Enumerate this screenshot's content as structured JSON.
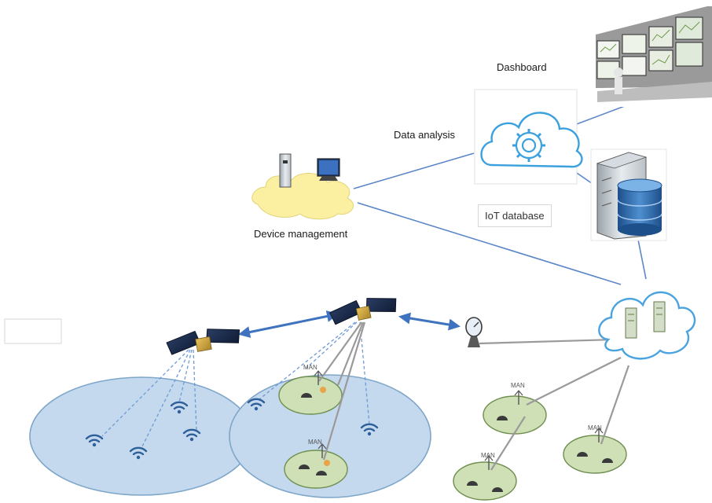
{
  "labels": {
    "dashboard": "Dashboard",
    "data_analysis": "Data analysis",
    "iot_database": "IoT database",
    "device_management": "Device management",
    "cell_tag": "MAN"
  },
  "colors": {
    "link_blue": "#5b86c8",
    "sat_link": "#3f73c0",
    "coverage_fill": "#c5d9ee",
    "coverage_edge": "#7ea6c9",
    "cell_fill": "#cfe0b6",
    "cell_edge": "#6f8f50",
    "ground_link": "#9a9a9a",
    "cloud_blue": "#4aa3df",
    "device_cloud": "#fbefa2"
  },
  "icons": [
    "dashboard-monitor-wall-icon",
    "cloud-gear-icon",
    "server-database-icon",
    "device-management-cloud-icon",
    "satellite-icon",
    "ground-station-dish-icon",
    "gateway-cloud-icon",
    "wifi-signal-icon",
    "cell-tower-icon"
  ]
}
